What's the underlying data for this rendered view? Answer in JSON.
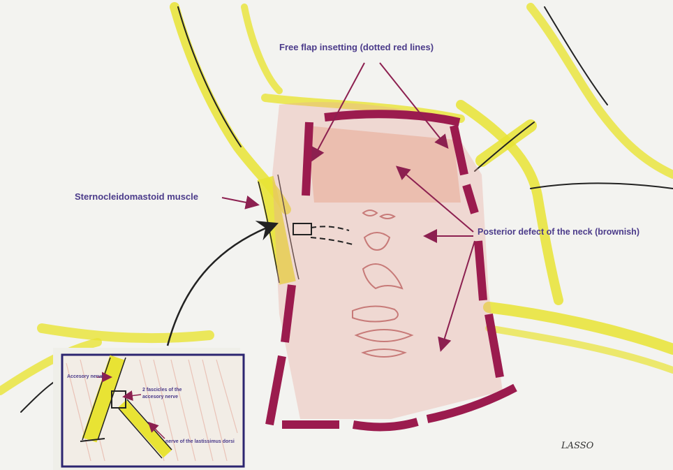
{
  "labels": {
    "free_flap": "Free flap insetting (dotted red lines)",
    "scm": "Sternocleidomastoid muscle",
    "posterior_defect": "Posterior defect of the neck (brownish)"
  },
  "inset": {
    "accessory_nerve": "Accesory nerve",
    "fascicles_line1": "2 fascicles of the",
    "fascicles_line2": "accesory nerve",
    "latissimus": "nerve of the lastissimus dorsi"
  },
  "signature": "LASSO",
  "colors": {
    "flap_dash": "#9b1b4e",
    "arrow": "#8c2050",
    "label_text": "#4b3b8a",
    "muscle_yellow": "#e8e334",
    "defect_pink": "#e7a79a",
    "inset_border": "#2c2570"
  }
}
